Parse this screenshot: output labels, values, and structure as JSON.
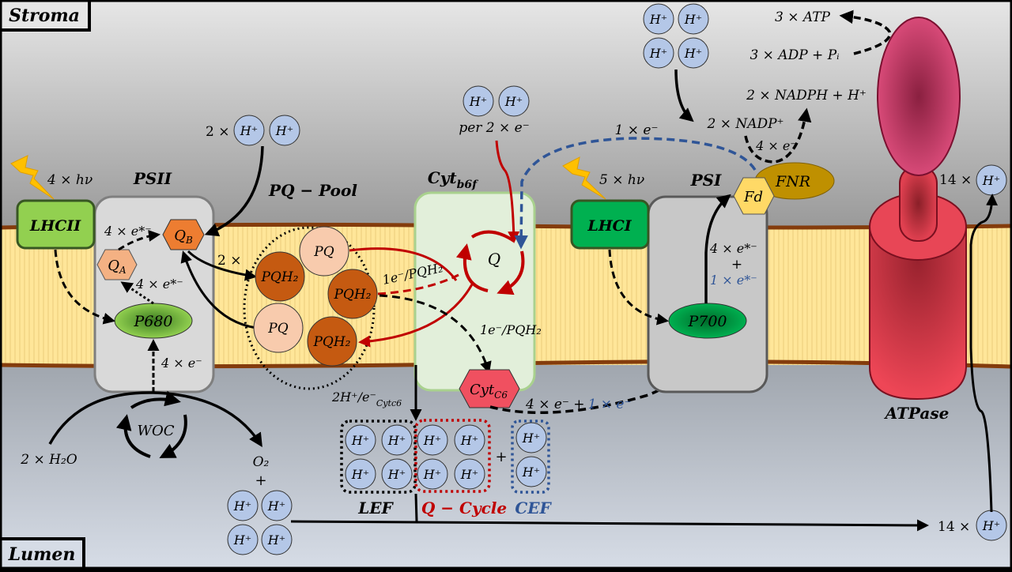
{
  "regions": {
    "stroma": "Stroma",
    "lumen": "Lumen"
  },
  "colors": {
    "proton_fill": "#b4c7e7",
    "membrane_fill": "#ffe699",
    "membrane_edge": "#843c0c",
    "lhcii": "#92d050",
    "lhci": "#00b050",
    "p680": "#70ad47",
    "p700": "#00a040",
    "qa": "#f4b183",
    "qb": "#ed7d31",
    "pq": "#f8cbad",
    "pqh2": "#c55a11",
    "cytb6f": "#e2efda",
    "cytc6": "#f05060",
    "fd": "#ffd966",
    "fnr": "#bf9000",
    "atpase": "#e04050",
    "qcycle": "#c00000",
    "cef": "#2f5597",
    "bolt": "#ffc000"
  },
  "psii": {
    "title": "PSII",
    "lhc": "LHCII",
    "light": "4 × hν",
    "p680": "P680",
    "qa": "Q",
    "qa_sub": "A",
    "qb": "Q",
    "qb_sub": "B",
    "qa_to_qb": "4 × e*⁻",
    "p680_to_qa": "4 × e*⁻",
    "woc_to_p680": "4 × e⁻",
    "woc": "WOC",
    "water": "2 × H₂O",
    "oxygen": "O₂",
    "plus": "+",
    "stroma_protons_prefix": "2 ×",
    "qb_to_pq": "2 ×"
  },
  "pq_pool": {
    "title": "PQ − Pool",
    "molecules": [
      "PQ",
      "PQH₂",
      "PQH₂",
      "PQ",
      "PQH₂"
    ]
  },
  "cytb6f": {
    "title": "Cyt",
    "title_sub": "b6f",
    "q": "Q",
    "pqh2_q": "1e⁻/PQH₂",
    "pqh2_c6": "1e⁻/PQH₂",
    "stroma_protons_label": "per 2 × e⁻",
    "cytc6": "Cyt",
    "cytc6_sub": "C6",
    "lumen_label": "2H⁺/e⁻",
    "lumen_label_sub": "Cytc6",
    "c6_to_p700_black": "4 × e⁻ +",
    "c6_to_p700_blue": "1 × e⁻"
  },
  "proton_groups": {
    "lef": "LEF",
    "qcycle": "Q − Cycle",
    "cef": "CEF",
    "plus": "+"
  },
  "psi": {
    "title": "PSI",
    "lhc": "LHCI",
    "light": "5 × hν",
    "p700": "P700",
    "p700_to_fd_black": "4 × e*⁻",
    "plus": "+",
    "p700_to_fd_blue": "1 × e*⁻",
    "fd": "Fd",
    "fnr": "FNR",
    "cef_label": "1 × e⁻",
    "fnr_e": "4 × e⁻",
    "nadp": "2 × NADP⁺",
    "nadph": "2 × NADPH + H⁺"
  },
  "atpase": {
    "title": "ATPase",
    "atp": "3 × ATP",
    "adp": "3 × ADP + Pᵢ",
    "stroma_protons": "14 ×",
    "lumen_protons": "14 ×"
  },
  "proton": "H⁺"
}
